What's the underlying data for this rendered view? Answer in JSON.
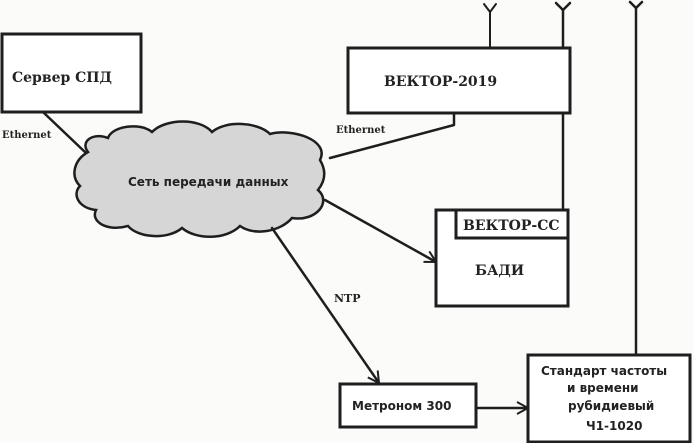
{
  "diagram": {
    "nodes": {
      "server": {
        "label": "Сервер СПД"
      },
      "vektor2019": {
        "label": "ВЕКТОР-2019"
      },
      "network": {
        "label": "Сеть передачи данных"
      },
      "vektor_cc": {
        "label": "ВЕКТОР-СС"
      },
      "badi": {
        "label": "БАДИ"
      },
      "metronom": {
        "label": "Метроном 300"
      },
      "standard": {
        "lines": [
          "Стандарт частоты",
          "и времени",
          "рубидиевый",
          "Ч1-1020"
        ]
      }
    },
    "edges": {
      "server_network": {
        "label": "Ethernet"
      },
      "vektor_network": {
        "label": "Ethernet"
      },
      "network_metronom": {
        "label": "NTP"
      }
    },
    "colors": {
      "stroke": "#1e1e1e",
      "cloud_fill": "#d6d6d6",
      "background": "#fbfbf9"
    }
  }
}
